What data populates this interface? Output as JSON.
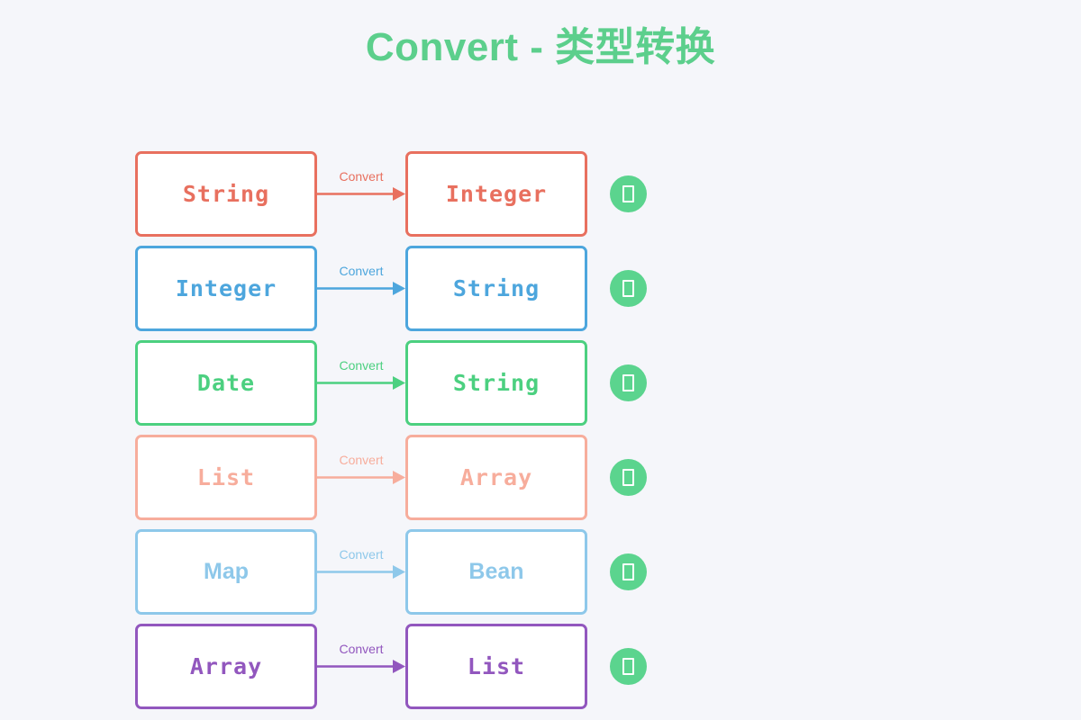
{
  "page": {
    "title": "Convert - 类型转换",
    "title_color": "#5ccf8c",
    "background_color": "#f5f6fa",
    "badge_color": "#5bd48e",
    "box_fill": "#ffffff"
  },
  "diagram": {
    "type": "flow",
    "edge_label_default": "Convert",
    "rows": [
      {
        "source": "String",
        "target": "Integer",
        "edge_label": "Convert",
        "color": "#e8705f",
        "font": "mono",
        "badge_icon": "missing-glyph-icon"
      },
      {
        "source": "Integer",
        "target": "String",
        "edge_label": "Convert",
        "color": "#4da6dd",
        "font": "mono",
        "badge_icon": "missing-glyph-icon"
      },
      {
        "source": "Date",
        "target": "String",
        "edge_label": "Convert",
        "color": "#4cd080",
        "font": "mono",
        "badge_icon": "missing-glyph-icon"
      },
      {
        "source": "List",
        "target": "Array",
        "edge_label": "Convert",
        "color": "#f7ad9c",
        "font": "mono",
        "badge_icon": "missing-glyph-icon"
      },
      {
        "source": "Map",
        "target": "Bean",
        "edge_label": "Convert",
        "color": "#8ec8ea",
        "font": "sans",
        "badge_icon": "missing-glyph-icon"
      },
      {
        "source": "Array",
        "target": "List",
        "edge_label": "Convert",
        "color": "#9257be",
        "font": "mono",
        "badge_icon": "missing-glyph-icon"
      }
    ]
  }
}
